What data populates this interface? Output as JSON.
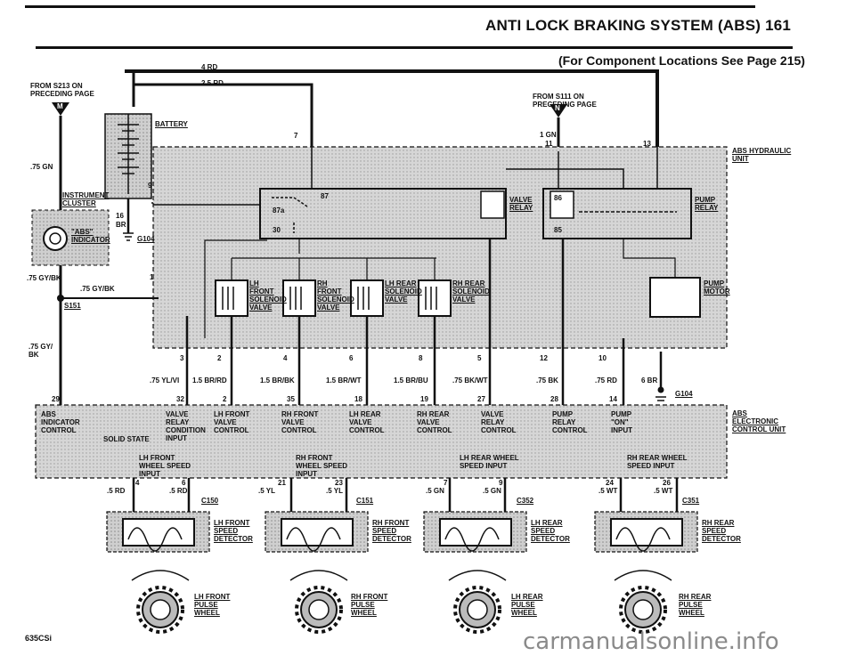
{
  "header": {
    "title": "ANTI LOCK BRAKING SYSTEM (ABS)  161",
    "subtitle": "(For Component Locations See Page 215)"
  },
  "top_wires": {
    "w1": "4 RD",
    "w2": "2.5 RD"
  },
  "sources": {
    "left": "FROM S213 ON PRECEDING PAGE",
    "left_connector": "M",
    "right": "FROM S111 ON PRECEDING PAGE",
    "right_connector": "N"
  },
  "components": {
    "battery": "BATTERY",
    "instrument_cluster": "INSTRUMENT CLUSTER",
    "abs_indicator": "\"ABS\" INDICATOR",
    "g104_top": "G104",
    "g104_bottom": "G104",
    "s151": "S151",
    "hydraulic_unit": "ABS HYDRAULIC UNIT",
    "valve_relay": "VALVE RELAY",
    "pump_relay": "PUMP RELAY",
    "pump_motor": "PUMP MOTOR",
    "solenoids": [
      "LH FRONT SOLENOID VALVE",
      "RH FRONT SOLENOID VALVE",
      "LH REAR SOLENOID VALVE",
      "RH REAR SOLENOID VALVE"
    ],
    "ecu": "ABS ELECTRONIC CONTROL UNIT",
    "solid_state": "SOLID STATE"
  },
  "wire_labels": {
    "gn75": ".75 GN",
    "gybk75a": ".75 GY/BK",
    "gybk75b": ".75 GY/BK",
    "gybk75c": ".75 GY/ BK",
    "gn1": "1 GN",
    "ylvi": ".75 YL/VI",
    "brrd": "1.5 BR/RD",
    "brbk": "1.5 BR/BK",
    "brwt": "1.5 BR/WT",
    "brbu": "1.5 BR/BU",
    "bkwt": ".75 BK/WT",
    "bk75": ".75 BK",
    "rd75": ".75 RD",
    "br6": "6 BR"
  },
  "pin_labels": {
    "p7": "7",
    "p11": "11",
    "p13": "13",
    "p9": "9",
    "p16": "16",
    "br": "BR",
    "p1": "1",
    "p3": "3",
    "p2": "2",
    "p4": "4",
    "p6": "6",
    "p8": "8",
    "p5": "5",
    "p12": "12",
    "p10": "10",
    "p29": "29",
    "p32": "32",
    "p2b": "2",
    "p35": "35",
    "p18": "18",
    "p19": "19",
    "p27": "27",
    "p28": "28",
    "p14": "14",
    "relay_87": "87",
    "relay_87a": "87a",
    "relay_30": "30",
    "relay_86": "86",
    "relay_85": "85"
  },
  "ecu_functions": {
    "abs_indicator_control": "ABS INDICATOR CONTROL",
    "valve_relay_condition_input": "VALVE RELAY CONDITION INPUT",
    "lh_front_valve_control": "LH FRONT VALVE CONTROL",
    "rh_front_valve_control": "RH FRONT VALVE CONTROL",
    "lh_rear_valve_control": "LH REAR VALVE CONTROL",
    "rh_rear_valve_control": "RH REAR VALVE CONTROL",
    "valve_relay_control": "VALVE RELAY CONTROL",
    "pump_relay_control": "PUMP RELAY CONTROL",
    "pump_on_input": "PUMP \"ON\" INPUT",
    "lh_front_speed": "LH FRONT WHEEL SPEED INPUT",
    "rh_front_speed": "RH FRONT WHEEL SPEED INPUT",
    "lh_rear_speed": "LH REAR WHEEL SPEED INPUT",
    "rh_rear_speed": "RH REAR WHEEL SPEED INPUT"
  },
  "sensors": [
    {
      "pins": [
        "4",
        "6"
      ],
      "wires": [
        ".5 RD",
        ".5 RD"
      ],
      "connector": "C150",
      "detector": "LH FRONT SPEED DETECTOR",
      "wheel": "LH FRONT PULSE WHEEL"
    },
    {
      "pins": [
        "21",
        "23"
      ],
      "wires": [
        ".5 YL",
        ".5 YL"
      ],
      "connector": "C151",
      "detector": "RH FRONT SPEED DETECTOR",
      "wheel": "RH FRONT PULSE WHEEL"
    },
    {
      "pins": [
        "7",
        "9"
      ],
      "wires": [
        ".5 GN",
        ".5 GN"
      ],
      "connector": "C352",
      "detector": "LH REAR SPEED DETECTOR",
      "wheel": "LH REAR PULSE WHEEL"
    },
    {
      "pins": [
        "24",
        "26"
      ],
      "wires": [
        ".5 WT",
        ".5 WT"
      ],
      "connector": "C351",
      "detector": "RH REAR SPEED DETECTOR",
      "wheel": "RH REAR PULSE WHEEL"
    }
  ],
  "footer": {
    "model": "635CSi",
    "watermark": "carmanualsonline.info"
  }
}
